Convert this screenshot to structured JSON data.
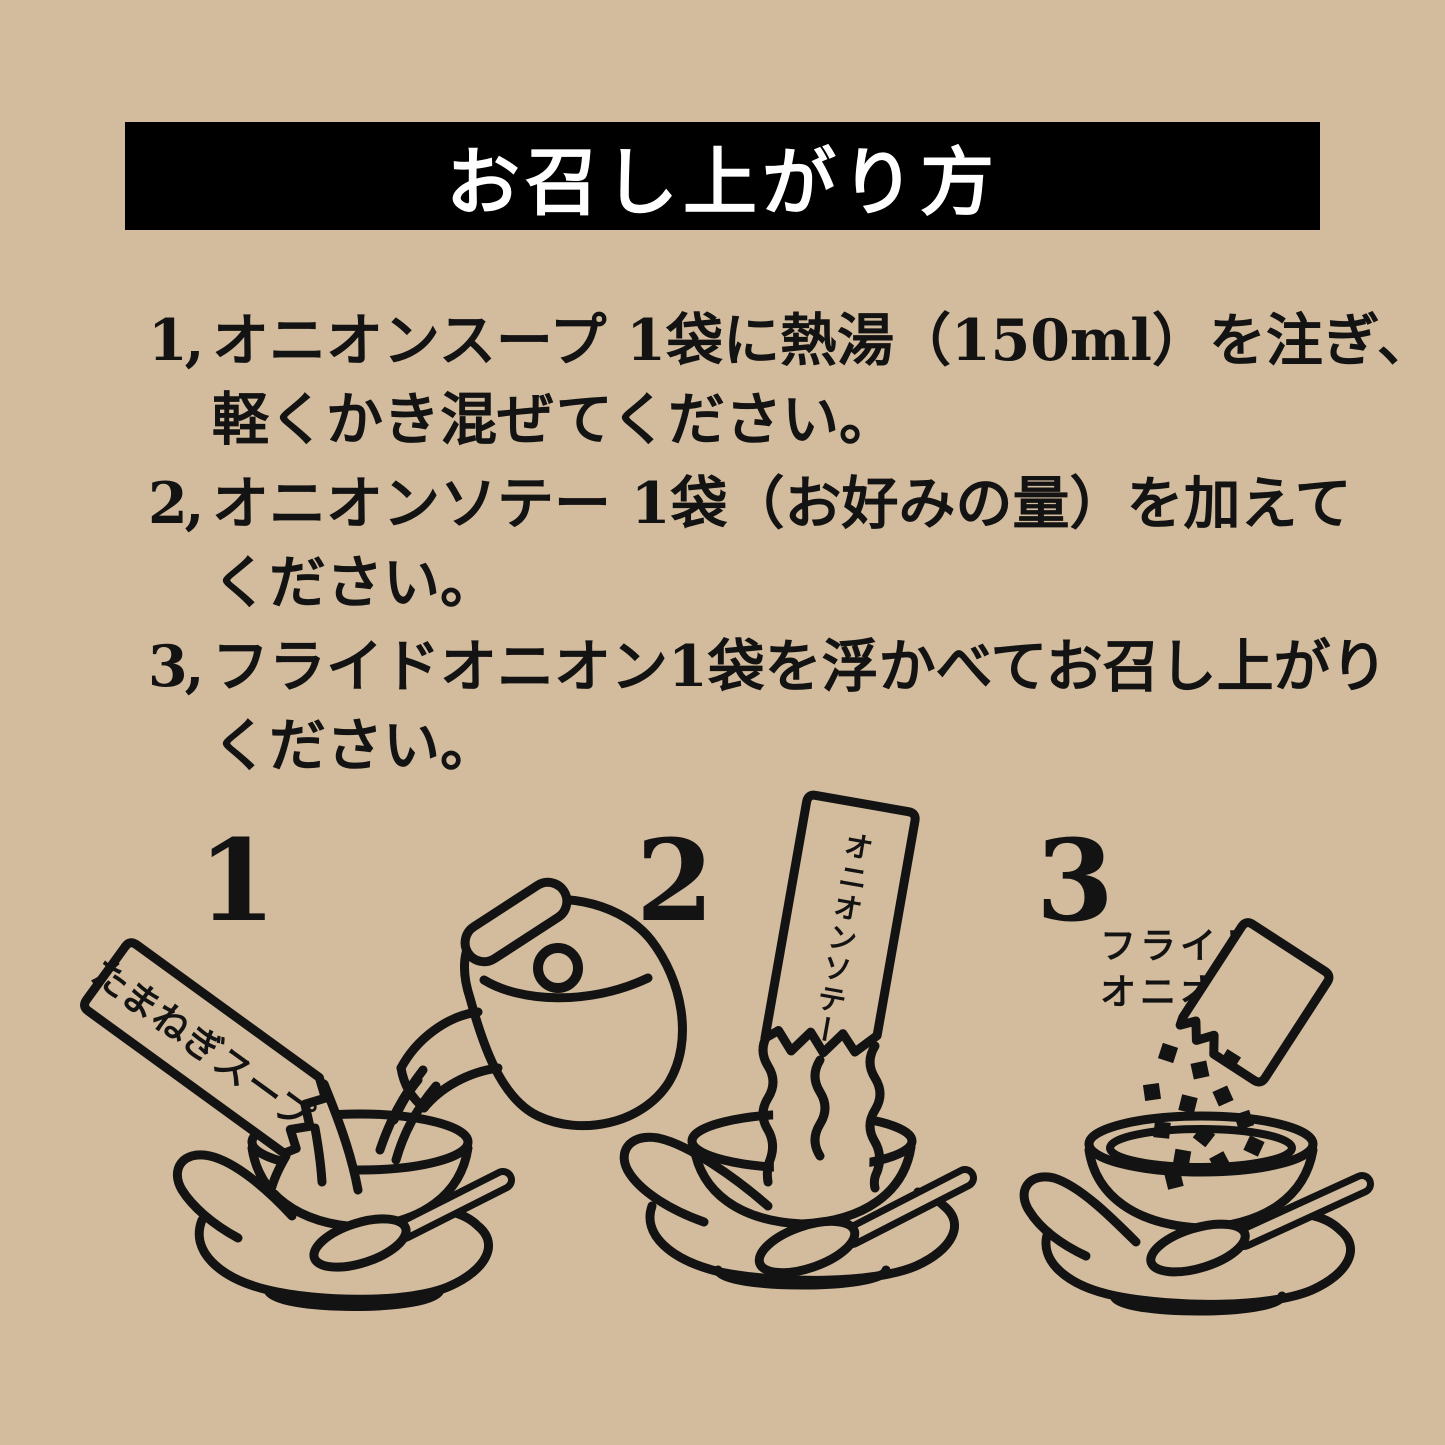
{
  "colors": {
    "background": "#d2bc9d",
    "ink": "#131313",
    "header_bg": "#000000",
    "header_fg": "#ffffff"
  },
  "header": {
    "title": "お召し上がり方"
  },
  "steps": [
    {
      "num": "1,",
      "lines": [
        "オニオンスープ 1袋に熱湯（150ml）を注ぎ、",
        "軽くかき混ぜてください。"
      ]
    },
    {
      "num": "2,",
      "lines": [
        "オニオンソテー 1袋（お好みの量）を加えて",
        "ください。"
      ]
    },
    {
      "num": "3,",
      "lines": [
        "フライドオニオン1袋を浮かべてお召し上がり",
        "ください。"
      ]
    }
  ],
  "figures": [
    {
      "number": "1",
      "packet_label": "たまねぎスープ"
    },
    {
      "number": "2",
      "packet_label": "オニオンソテー"
    },
    {
      "number": "3",
      "packet_label_line1": "フライド",
      "packet_label_line2": "オニオン"
    }
  ]
}
